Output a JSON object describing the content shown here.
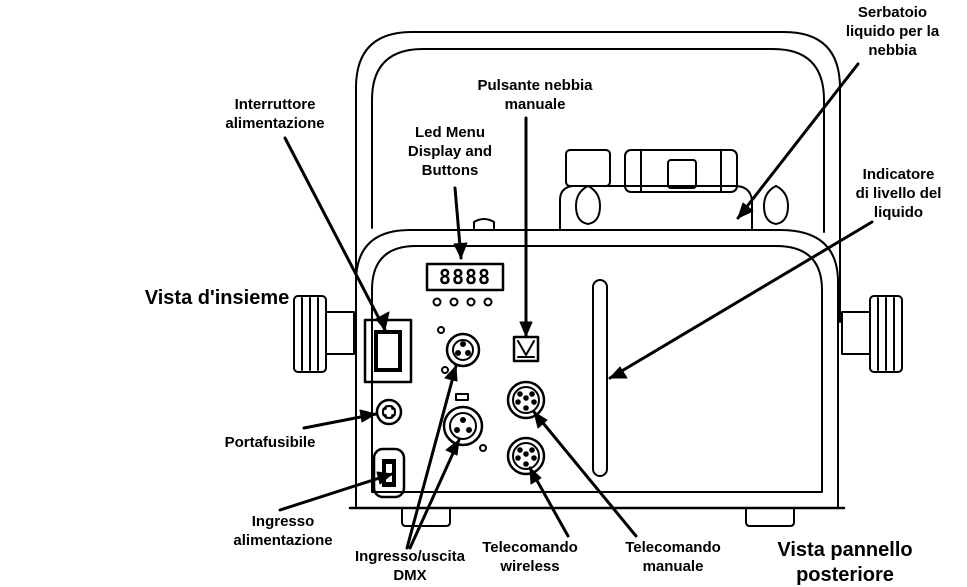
{
  "title_left": "Vista d'insieme",
  "title_right": "Vista pannello\nposteriore",
  "display_readout": "8888",
  "labels": {
    "tank": "Serbatoio\nliquido per la\nnebbia",
    "power_switch": "Interruttore\nalimentazione",
    "led_menu": "Led Menu\nDisplay and\nButtons",
    "manual_fog_button": "Pulsante nebbia\nmanuale",
    "level_indicator": "Indicatore\ndi livello del\nliquido",
    "fuse_holder": "Portafusibile",
    "power_input": "Ingresso\nalimentazione",
    "dmx_io": "Ingresso/uscita\nDMX",
    "wireless_remote": "Telecomando\nwireless",
    "manual_remote": "Telecomando\nmanuale"
  }
}
